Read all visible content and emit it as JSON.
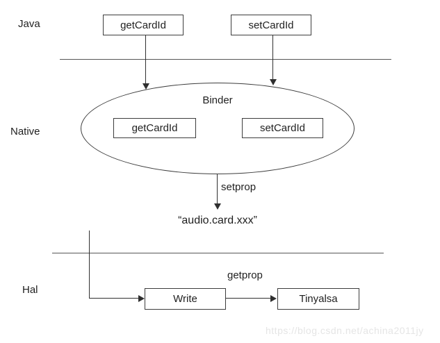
{
  "diagram": {
    "layers": {
      "java": "Java",
      "native": "Native",
      "hal": "Hal"
    },
    "java_layer": {
      "boxes": [
        {
          "label": "getCardId"
        },
        {
          "label": "setCardId"
        }
      ]
    },
    "binder": {
      "title": "Binder",
      "boxes": [
        {
          "label": "getCardId"
        },
        {
          "label": "setCardId"
        }
      ]
    },
    "arrows": {
      "setprop_label": "setprop",
      "getprop_label": "getprop"
    },
    "property_value": "“audio.card.xxx”",
    "hal_layer": {
      "boxes": [
        {
          "label": "Write"
        },
        {
          "label": "Tinyalsa"
        }
      ]
    },
    "watermark": "https://blog.csdn.net/achina2011jy",
    "colors": {
      "line": "#2f2f2f",
      "box_border": "#3c3c3c",
      "text": "#1f1f1f",
      "watermark": "#e5e5e5",
      "background": "#ffffff"
    }
  }
}
